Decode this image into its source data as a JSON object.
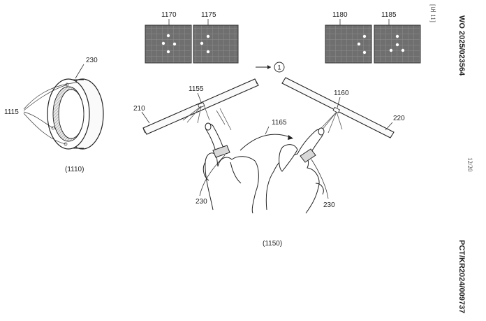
{
  "header": {
    "publication_number": "WO 2025/023564",
    "application_number": "PCT/KR2024/009737",
    "sheet": "12/20",
    "figure_ref": "[도 11]"
  },
  "labels": {
    "ring_label": "230",
    "ring_strands": "1115",
    "ring_caption": "(1110)",
    "scene_caption": "(1150)",
    "img_1170": "1170",
    "img_1175": "1175",
    "img_1180": "1180",
    "img_1185": "1185",
    "step_marker": "1",
    "bar_left": "210",
    "bar_right": "220",
    "sensor_left": "1155",
    "sensor_right": "1160",
    "motion": "1165",
    "ring_left": "230",
    "ring_right": "230"
  }
}
